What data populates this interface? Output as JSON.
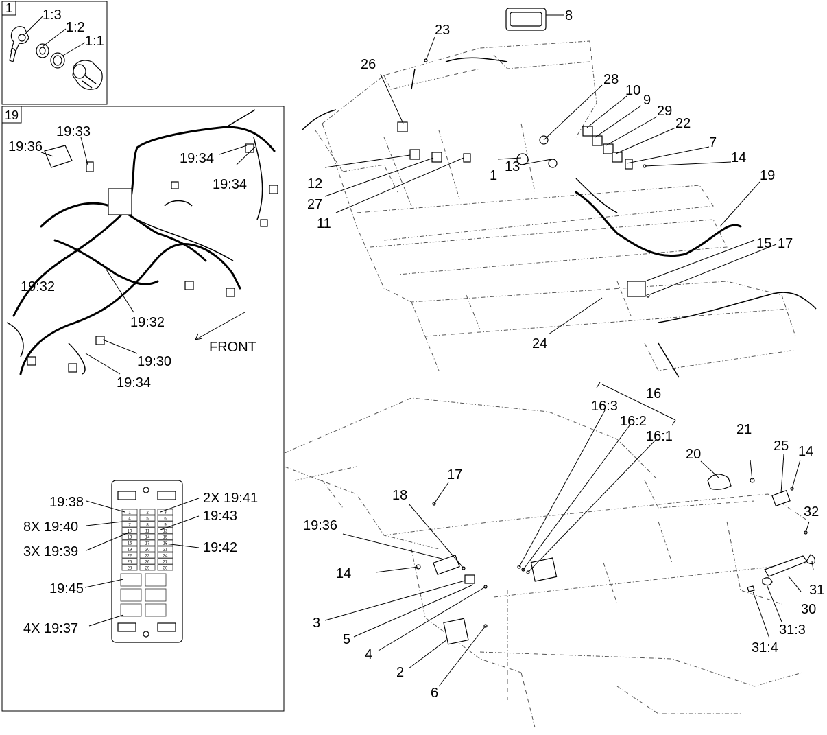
{
  "inset_1": {
    "box_number": "1",
    "labels": [
      "1:3",
      "1:2",
      "1:1"
    ]
  },
  "inset_19": {
    "box_number": "19",
    "harness_labels": [
      "19:33",
      "19:36",
      "19:34",
      "19:34",
      "19:32",
      "19:32",
      "19:30",
      "19:34"
    ],
    "front_label": "FRONT",
    "fuse_box_labels": [
      "19:38",
      "8X 19:40",
      "3X 19:39",
      "19:45",
      "4X 19:37",
      "2X 19:41",
      "19:43",
      "19:42"
    ],
    "fuse_numbers": [
      "1",
      "2",
      "3",
      "4",
      "5",
      "6",
      "7",
      "8",
      "9",
      "10",
      "11",
      "12",
      "13",
      "14",
      "15",
      "16",
      "17",
      "18",
      "19",
      "20",
      "21",
      "22",
      "23",
      "24",
      "25",
      "26",
      "27",
      "28",
      "29",
      "30"
    ]
  },
  "upper_view": {
    "labels": [
      "23",
      "8",
      "26",
      "28",
      "10",
      "9",
      "29",
      "22",
      "7",
      "14",
      "19",
      "12",
      "27",
      "11",
      "1",
      "13",
      "15",
      "17",
      "24"
    ]
  },
  "lower_view": {
    "labels": [
      "16",
      "16:3",
      "16:2",
      "16:1",
      "21",
      "20",
      "25",
      "14",
      "17",
      "18",
      "19:36",
      "14",
      "32",
      "3",
      "5",
      "4",
      "2",
      "6",
      "31",
      "30",
      "31:3",
      "31:4"
    ]
  }
}
